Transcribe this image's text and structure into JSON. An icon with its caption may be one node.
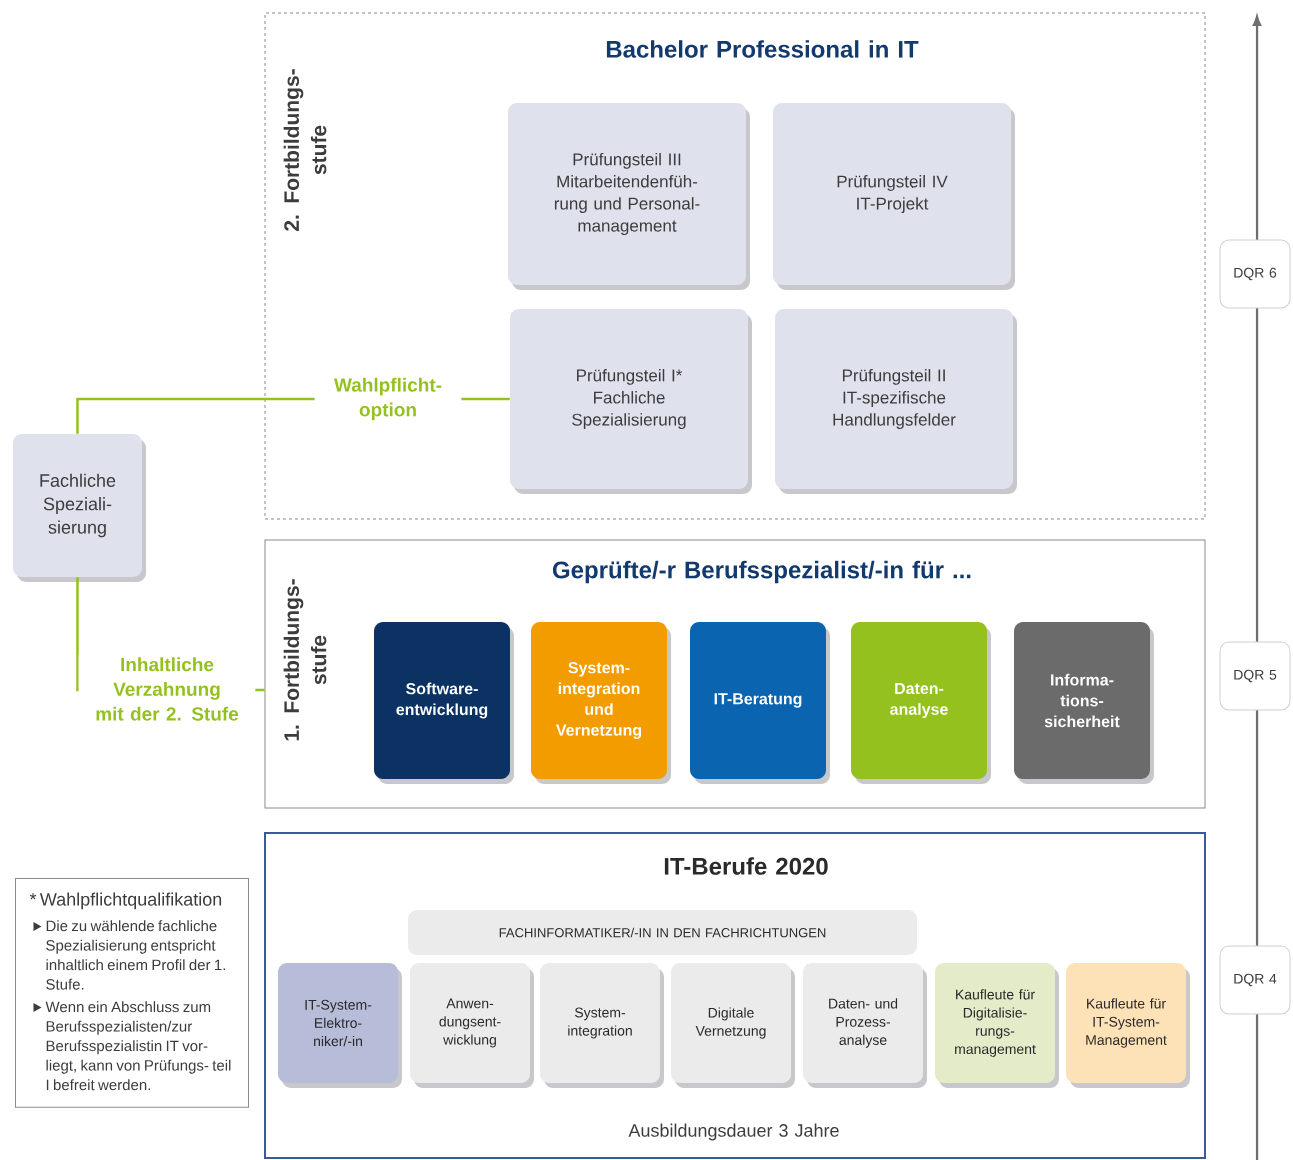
{
  "diagram": {
    "nodes": [
      {
        "text": [
          "Bachelor Professional in IT",
          "2. Fortbildungs- stufe"
        ]
      },
      {
        "text": [
          "Prüfungsteil III",
          "Mitarbeitendenfüh- rung und Personal- management"
        ],
        "in": 0
      },
      {
        "text": [
          "Prüfungsteil IV",
          "IT-Projekt"
        ],
        "in": 0
      },
      {
        "text": [
          "Prüfungsteil I*",
          "Fachliche Spezialisierung"
        ],
        "in": 0
      },
      {
        "text": [
          "Prüfungsteil II",
          "IT-spezifische Handlungsfelder"
        ],
        "in": 0
      },
      {
        "text": [
          "Geprüfte/-r Berufsspezialist/-in für ...",
          "1. Fortbildungs- stufe"
        ]
      },
      {
        "text": [
          "Software- entwicklung"
        ],
        "in": 5
      },
      {
        "text": [
          "System- integration und Vernetzung"
        ],
        "in": 5
      },
      {
        "text": [
          "IT-Beratung"
        ],
        "in": 5
      },
      {
        "text": [
          "Daten- analyse"
        ],
        "in": 5
      },
      {
        "text": [
          "Informa- tions- sicherheit"
        ],
        "in": 5
      },
      {
        "text": [
          "IT-Berufe 2020",
          "Ausbildungsdauer 3 Jahre"
        ]
      },
      {
        "text": [
          "FACHINFORMATIKER/-IN IN DEN FACHRICHTUNGEN"
        ],
        "in": 11
      },
      {
        "text": [
          "IT-System- Elektro- niker/-in"
        ],
        "in": 11
      },
      {
        "text": [
          "Anwen- dungsent- wicklung"
        ],
        "in": 11
      },
      {
        "text": [
          "System- integration"
        ],
        "in": 11
      },
      {
        "text": [
          "Digitale Vernetzung"
        ],
        "in": 11
      },
      {
        "text": [
          "Daten- und Prozess- analyse"
        ],
        "in": 11
      },
      {
        "text": [
          "Kaufleute für Digitalisie- rungs- management"
        ],
        "in": 11
      },
      {
        "text": [
          "Kaufleute für IT-System- Management"
        ],
        "in": 11
      },
      {
        "text": [
          "Fachliche Speziali- sierung"
        ]
      },
      {
        "text": [
          "* Wahlpflichtqualifikation",
          "Die zu wählende fachliche Spezialisierung entspricht inhaltlich einem Profil der 1. Stufe.",
          "Wenn ein Abschluss zum Berufsspezialisten/zur Berufsspezialistin IT vor- liegt, kann von Prüfungs- teil I befreit werden."
        ]
      },
      {
        "text": [
          "DQR 6"
        ]
      },
      {
        "text": [
          "DQR 5"
        ]
      },
      {
        "text": [
          "DQR 4"
        ]
      }
    ],
    "edges": [
      {
        "from": 20,
        "to": 3,
        "arrow": "none",
        "label": "Wahlpflicht- option"
      },
      {
        "from": 20,
        "to": 5,
        "arrow": "none",
        "label": "Inhaltliche Verzahnung mit der 2. Stufe"
      }
    ]
  }
}
